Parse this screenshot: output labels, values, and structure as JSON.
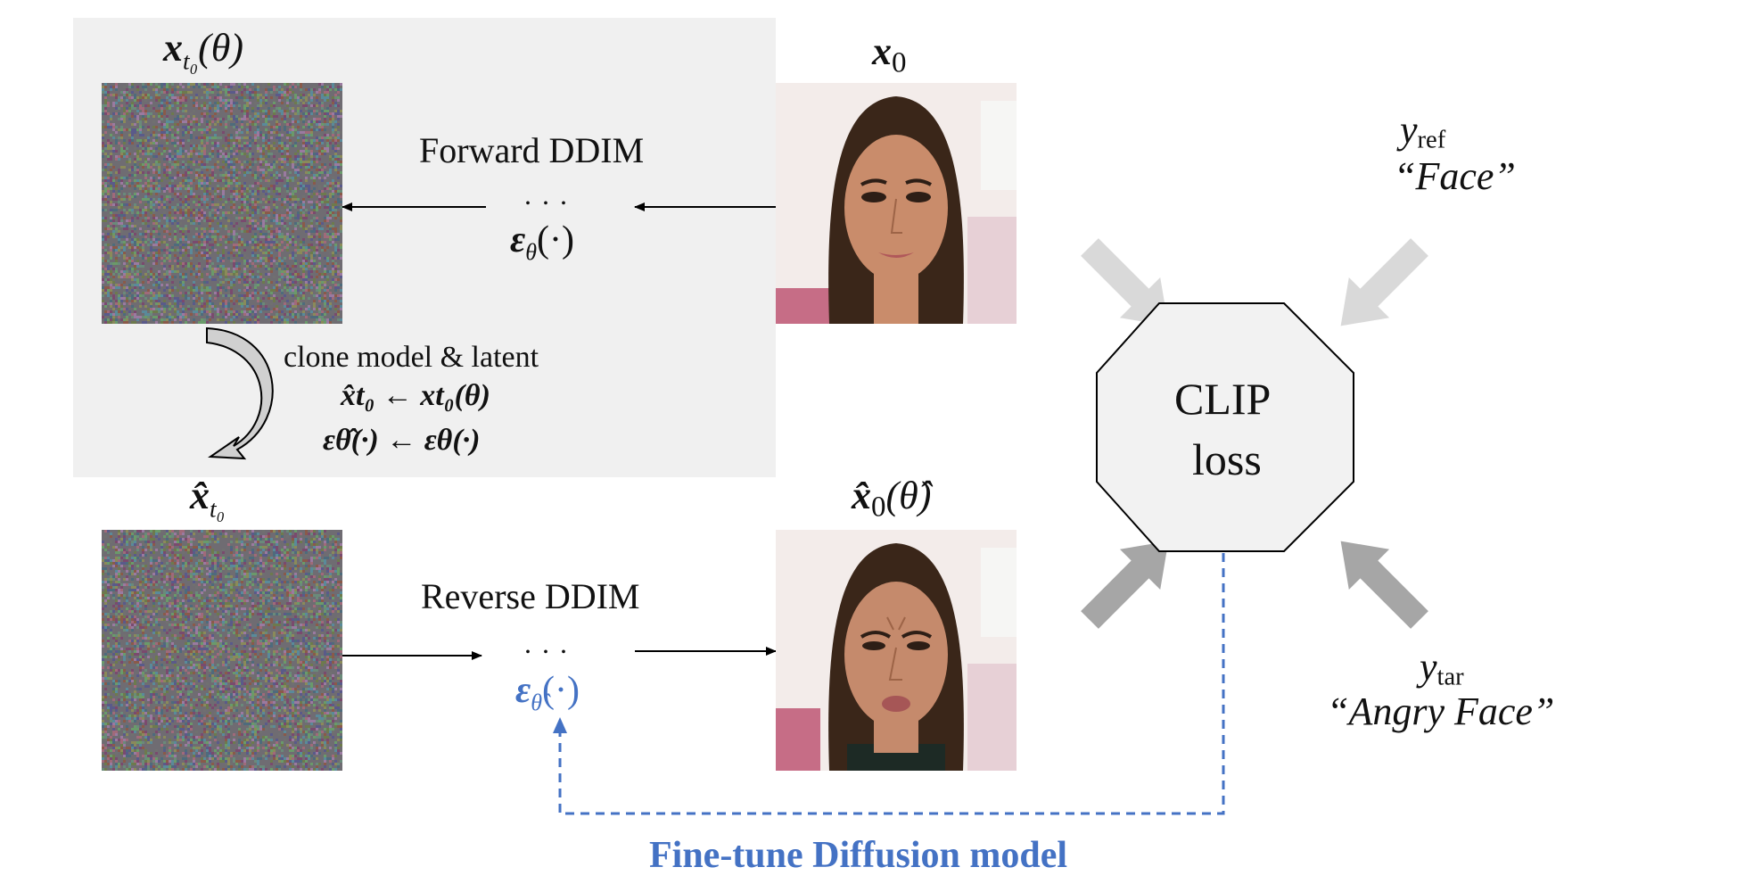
{
  "forward": {
    "label": "Forward DDIM",
    "dots": ". . .",
    "eps_symbol": "ε",
    "eps_sub": "θ",
    "eps_args": "(·)"
  },
  "reverse": {
    "label": "Reverse DDIM",
    "dots": ". . .",
    "eps_symbol": "ε",
    "eps_sub": "θ̂",
    "eps_args": "(·)"
  },
  "latent_top": {
    "symbol": "x",
    "sub": "t₀",
    "arg": "(θ)"
  },
  "latent_bottom": {
    "symbol": "x̂",
    "sub": "t₀"
  },
  "image_top": {
    "symbol": "x",
    "sub": "0"
  },
  "image_bottom": {
    "symbol": "x̂",
    "sub": "0",
    "arg": "(θ̂)"
  },
  "clone": {
    "title": "clone model & latent",
    "line1": "x̂t₀ ← xt₀(θ)",
    "line2": "εθ̂(·) ← εθ(·)"
  },
  "clip": {
    "line1": "CLIP",
    "line2": "loss"
  },
  "y_ref": {
    "symbol": "y",
    "sub": "ref",
    "text": "“Face”"
  },
  "y_tar": {
    "symbol": "y",
    "sub": "tar",
    "text": "“Angry Face”"
  },
  "finetune_label": "Fine-tune Diffusion model",
  "colors": {
    "panel": "#f0f0f0",
    "blue": "#4472c4",
    "arrow_light": "#d9d9d9",
    "arrow_dark": "#a6a6a6",
    "octagon_fill": "#f2f2f2"
  }
}
